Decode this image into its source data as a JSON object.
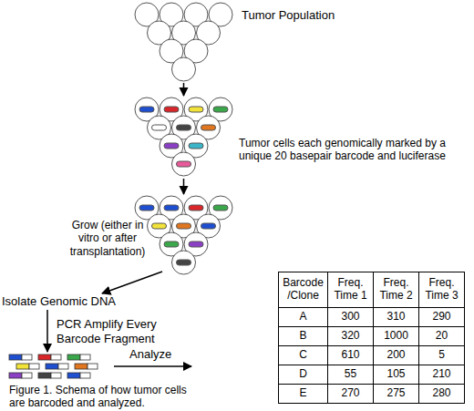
{
  "diagram": {
    "caption": "Figure 1. Schema of how tumor cells are barcoded and analyzed.",
    "labels": [
      "Tumor Population",
      "Tumor cells each genomically marked by a unique 20 basepair barcode and luciferase",
      "Grow (either in vitro or after transplantation)",
      "Isolate Genomic DNA",
      "PCR Amplify Every Barcode Fragment",
      "Analyze",
      "Barcode /Clone",
      "Freq. Time 1",
      "Freq. Time 2",
      "Freq. Time 3",
      "A",
      "300",
      "310",
      "290",
      "B",
      "320",
      "1000",
      "20",
      "C",
      "610",
      "200",
      "5",
      "D",
      "55",
      "105",
      "210",
      "E",
      "270",
      "275",
      "280"
    ]
  }
}
